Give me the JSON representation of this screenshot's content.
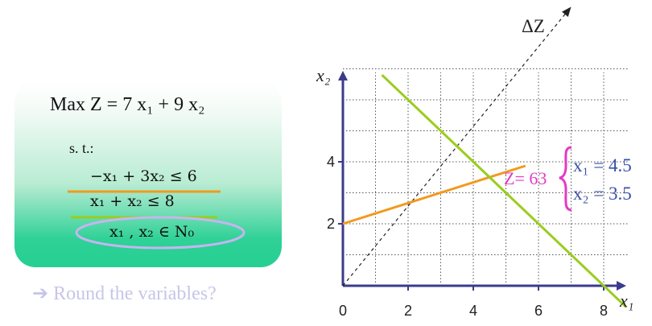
{
  "model": {
    "objective": "Max Z = 7 x₁ + 9 x₂",
    "st_label": "s. t.:",
    "constraints": [
      "−x₁ + 3x₂ ≤  6",
      "x₁ + x₂  ≤  8",
      "x₁ ,  x₂ ∈ N₀"
    ]
  },
  "hint": "➔ Round the variables?",
  "graph": {
    "x_axis_label": "x₁",
    "y_axis_label": "x₂",
    "x_ticks": [
      "0",
      "2",
      "4",
      "6",
      "8"
    ],
    "y_ticks": [
      "2",
      "4"
    ],
    "gradient_label": "ΔZ",
    "optimum_label": "Z= 63",
    "solution": [
      "x₁ = 4.5",
      "x₂ = 3.5"
    ],
    "optimum_point": {
      "x1": 4.5,
      "x2": 3.5
    },
    "constraint1_points": [
      [
        0,
        2
      ],
      [
        5.6,
        3.87
      ]
    ],
    "constraint2_points": [
      [
        1.2,
        6.8
      ],
      [
        8.7,
        -0.7
      ]
    ],
    "gradient_points": [
      [
        0,
        0
      ],
      [
        7,
        9
      ]
    ]
  },
  "colors": {
    "constraint1": "#f19a1e",
    "constraint2": "#9acd1d",
    "axes": "#3b3b8c",
    "highlight": "#e43ac4",
    "solution_text": "#3a4fa6",
    "box_gradient_bottom": "#25cf91",
    "hint": "#c7c5e8"
  }
}
